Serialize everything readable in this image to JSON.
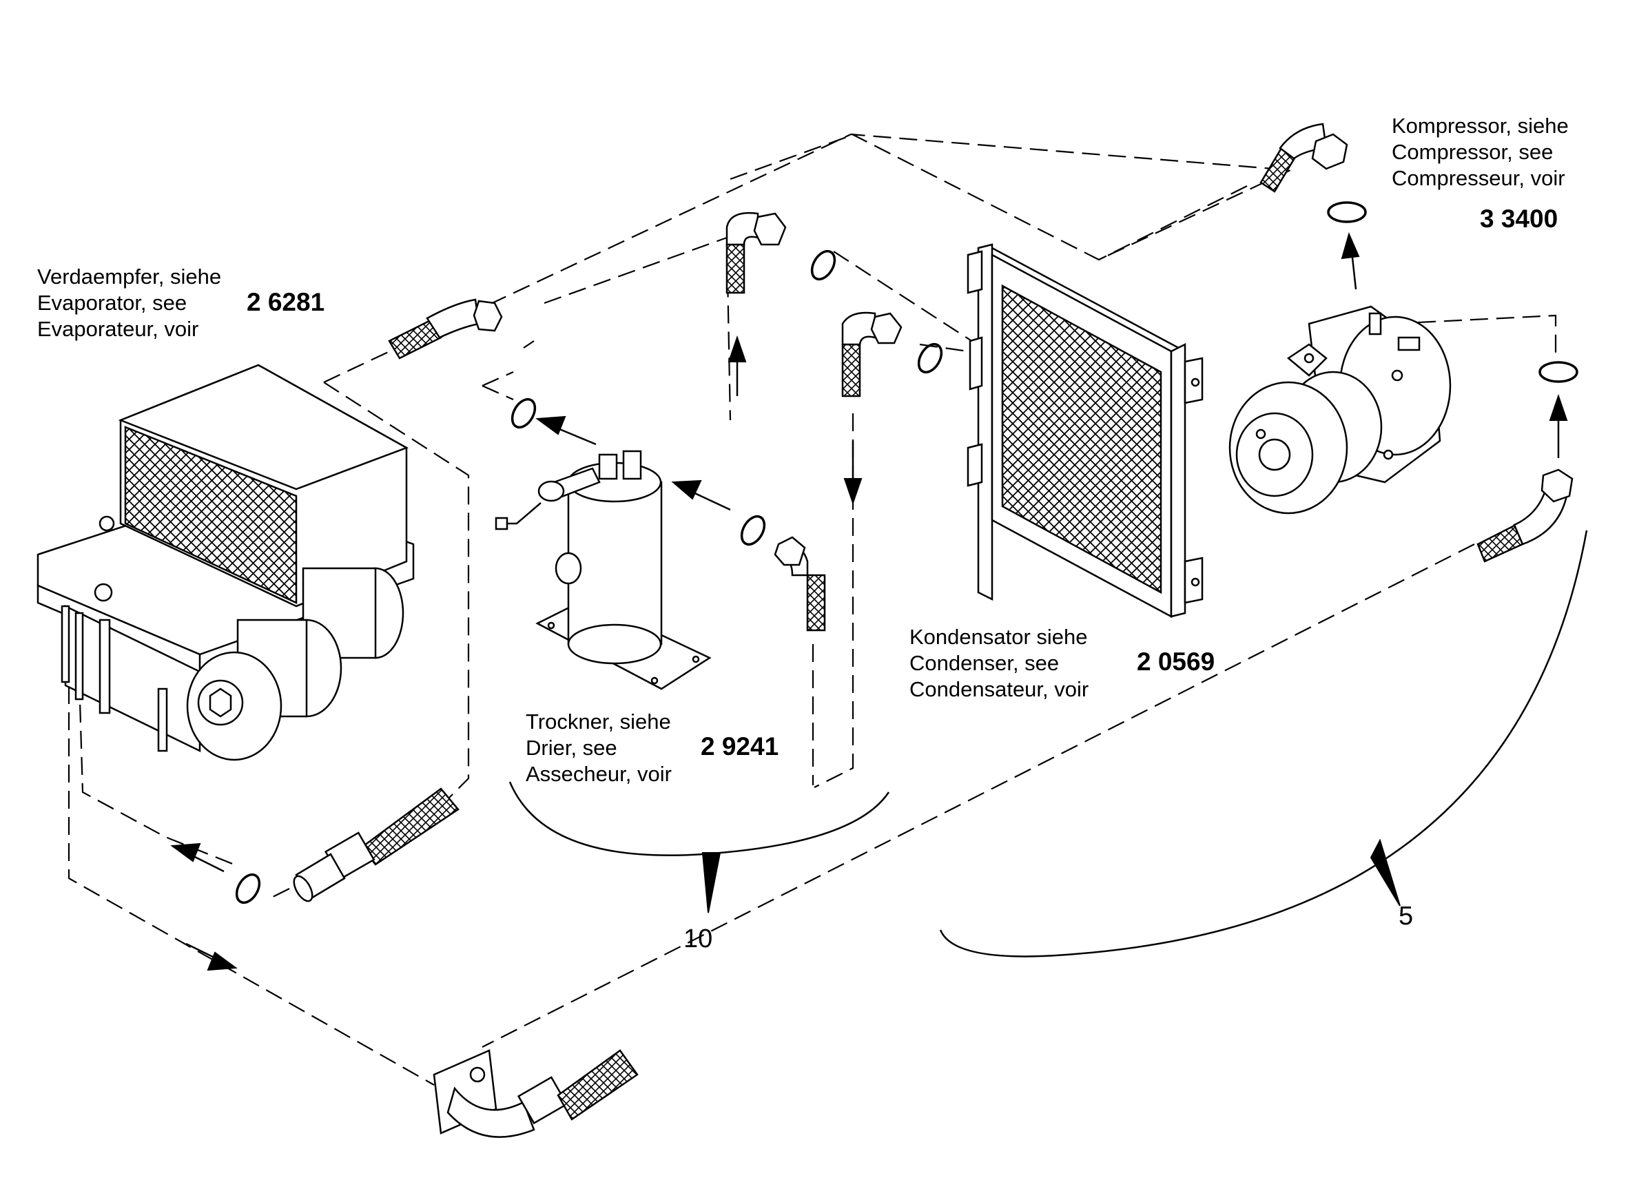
{
  "labels": {
    "evaporator": {
      "line1": "Verdaempfer, siehe",
      "line2": "Evaporator, see",
      "line3": "Evaporateur, voir",
      "number": "2 6281"
    },
    "drier": {
      "line1": "Trockner, siehe",
      "line2": "Drier, see",
      "line3": "Assecheur, voir",
      "number": "2 9241"
    },
    "condenser": {
      "line1": "Kondensator siehe",
      "line2": "Condenser, see",
      "line3": "Condensateur, voir",
      "number": "2 0569"
    },
    "compressor": {
      "line1": "Kompressor, siehe",
      "line2": "Compressor, see",
      "line3": "Compresseur, voir",
      "number": "3 3400"
    }
  },
  "callouts": {
    "c10": "10",
    "c5": "5"
  }
}
